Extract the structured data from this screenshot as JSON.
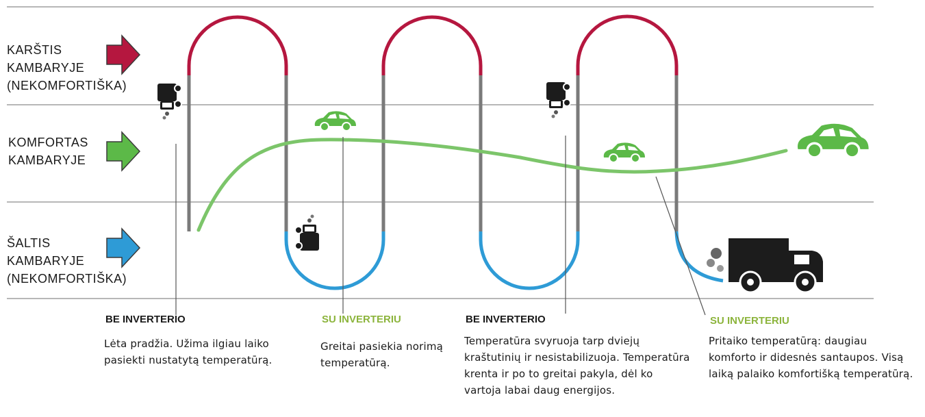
{
  "zones": {
    "hot": {
      "label": "KARŠTIS\nKAMBARYJE\n(NEKOMFORTIŠKA)",
      "color": "#b5173f"
    },
    "comfort": {
      "label": "KOMFORTAS\nKAMBARYJE",
      "color": "#5cb948"
    },
    "cold": {
      "label": "ŠALTIS\nKAMBARYJE\n(NEKOMFORTIŠKA)",
      "color": "#2e9bd6"
    }
  },
  "annotations": [
    {
      "title": "BE INVERTERIO",
      "text": "Lėta pradžia. Užima ilgiau laiko pasiekti nustatytą temperatūrą."
    },
    {
      "title": "SU INVERTERIU",
      "text": "Greitai pasiekia norimą temperatūrą."
    },
    {
      "title": "BE INVERTERIO",
      "text": "Temperatūra svyruoja tarp dviejų kraštutinių ir nesistabilizuoja. Temperatūra krenta ir po to greitai pakyla, dėl ko vartoja labai daug energijos."
    },
    {
      "title": "SU INVERTERIU",
      "text": "Pritaiko temperatūrą: daugiau komforto ir didesnės santaupos. Visą laiką palaiko komfortišką temperatūrą."
    }
  ],
  "colors": {
    "gridline": "#b7b7b7",
    "inverter_line": "#7cc56a",
    "truck": "#1c1c1c",
    "car": "#5cb948",
    "title_green": "#8cb43c",
    "neutral_line": "#7a7a7a"
  },
  "icons": {
    "hot_arrow": "arrow-right-icon",
    "comfort_arrow": "arrow-right-icon",
    "cold_arrow": "arrow-right-icon",
    "truck": "truck-icon",
    "car": "car-icon"
  }
}
